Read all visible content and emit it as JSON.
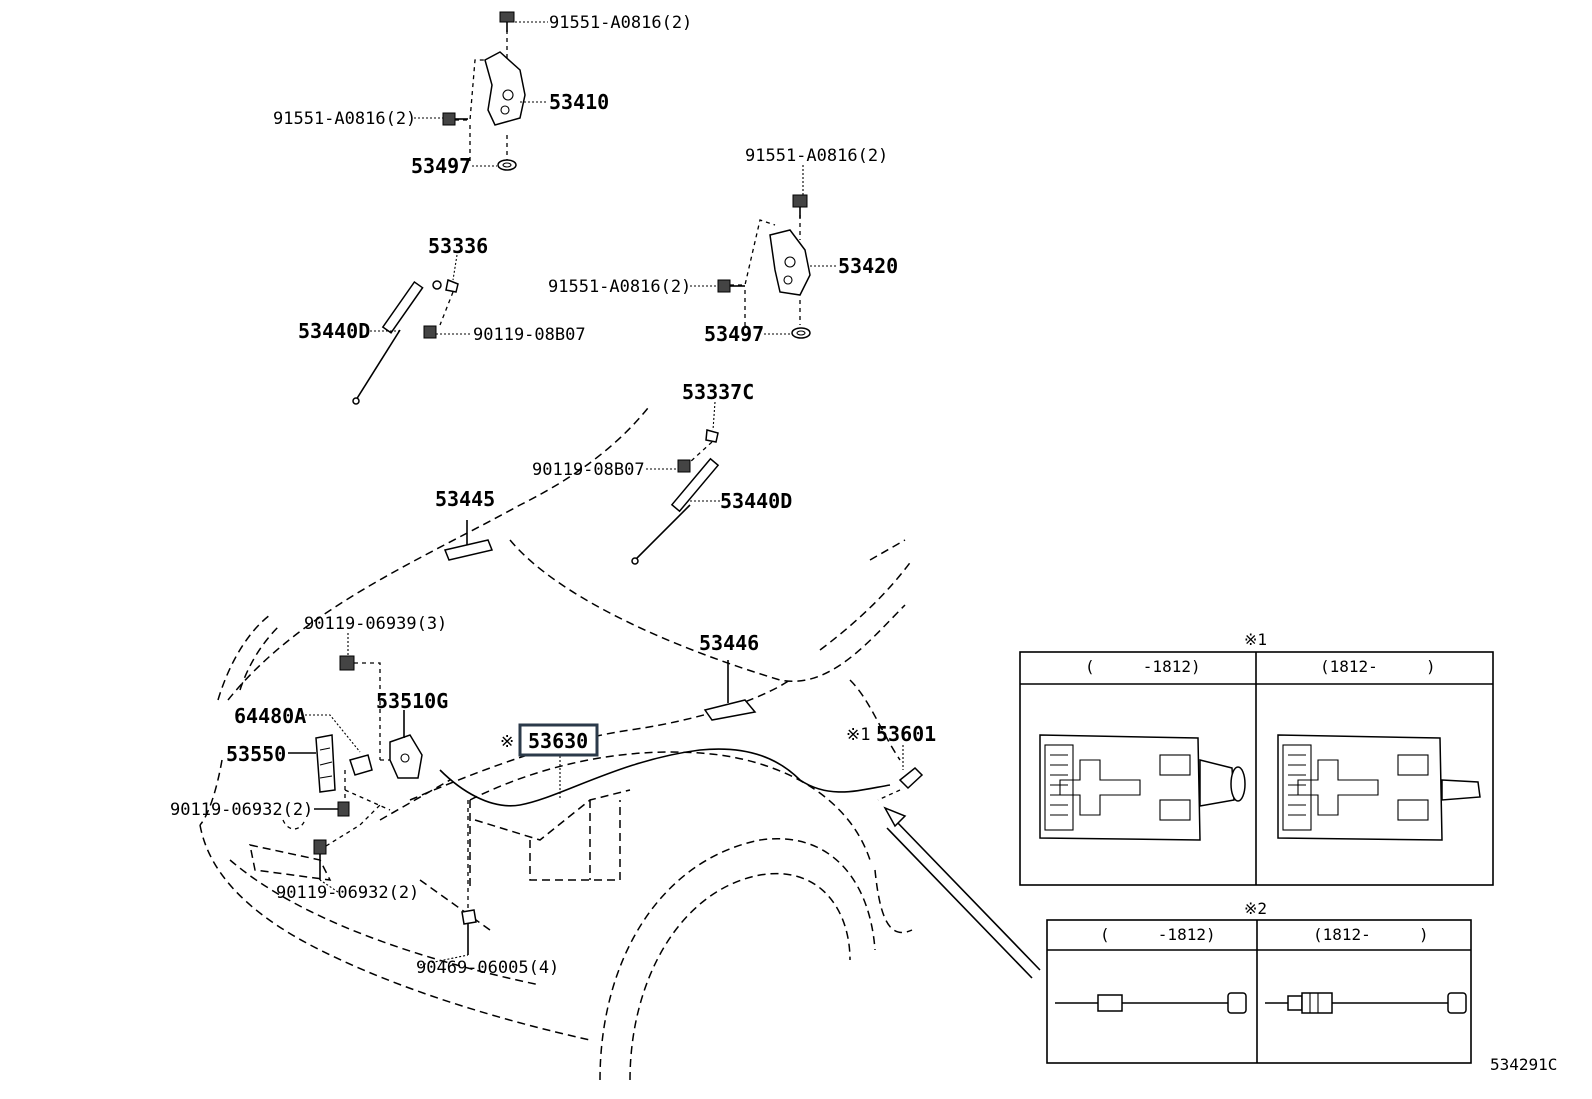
{
  "diagram": {
    "figure_code": "534291C",
    "selected_part": "53630",
    "labels": {
      "bolt_top": "91551-A0816(2)",
      "hinge_lh": "53410",
      "bolt_lh_side": "91551-A0816(2)",
      "washer_lh": "53497",
      "bolt_rh_top": "91551-A0816(2)",
      "hinge_rh": "53420",
      "bolt_rh_side": "91551-A0816(2)",
      "washer_rh": "53497",
      "bracket_53336": "53336",
      "support_lh": "53440D",
      "bolt_90119_08b07_a": "90119-08B07",
      "bracket_53337c": "53337C",
      "bolt_90119_08b07_b": "90119-08B07",
      "support_rh": "53440D",
      "part_53445": "53445",
      "part_53446": "53446",
      "bolt_90119_06939": "90119-06939(3)",
      "lock_53510g": "53510G",
      "part_64480a": "64480A",
      "part_53550": "53550",
      "bolt_90119_06932_a": "90119-06932(2)",
      "bolt_90119_06932_b": "90119-06932(2)",
      "clip_90469": "90469-06005(4)",
      "part_53630": "53630",
      "part_53601": "53601",
      "note_mark_53630": "※",
      "note_mark_53601": "※1"
    },
    "note_tables": [
      {
        "title": "※1",
        "columns": [
          "(     -1812)",
          "(1812-     )"
        ]
      },
      {
        "title": "※2",
        "columns": [
          "(     -1812)",
          "(1812-     )"
        ]
      }
    ]
  }
}
